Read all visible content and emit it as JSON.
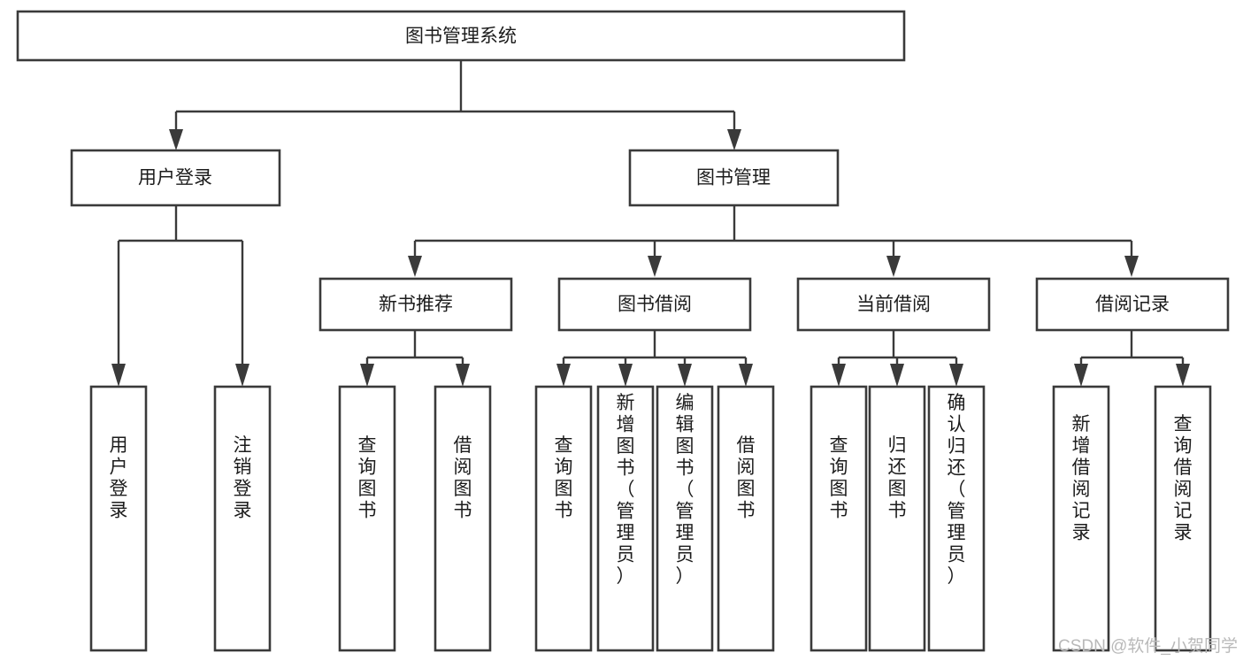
{
  "diagram": {
    "type": "hierarchy-tree",
    "title": "图书管理系统",
    "levels": {
      "root": {
        "label": "图书管理系统",
        "orientation": "horizontal"
      },
      "level2": [
        {
          "id": "user-login",
          "label": "用户登录",
          "orientation": "horizontal"
        },
        {
          "id": "book-manage",
          "label": "图书管理",
          "orientation": "horizontal"
        }
      ],
      "level3": [
        {
          "id": "new-book-recommend",
          "label": "新书推荐",
          "parent": "book-manage",
          "orientation": "horizontal"
        },
        {
          "id": "book-borrow",
          "label": "图书借阅",
          "parent": "book-manage",
          "orientation": "horizontal"
        },
        {
          "id": "current-borrow",
          "label": "当前借阅",
          "parent": "book-manage",
          "orientation": "horizontal"
        },
        {
          "id": "borrow-record",
          "label": "借阅记录",
          "parent": "book-manage",
          "orientation": "horizontal"
        }
      ],
      "leaves": [
        {
          "id": "leaf-user-login",
          "label": "用户登录",
          "parent": "user-login",
          "orientation": "vertical"
        },
        {
          "id": "leaf-user-logout",
          "label": "注销登录",
          "parent": "user-login",
          "orientation": "vertical"
        },
        {
          "id": "leaf-query-book-1",
          "label": "查询图书",
          "parent": "new-book-recommend",
          "orientation": "vertical"
        },
        {
          "id": "leaf-borrow-book-1",
          "label": "借阅图书",
          "parent": "new-book-recommend",
          "orientation": "vertical"
        },
        {
          "id": "leaf-query-book-2",
          "label": "查询图书",
          "parent": "book-borrow",
          "orientation": "vertical"
        },
        {
          "id": "leaf-add-book",
          "label": "新增图书（管理员）",
          "parent": "book-borrow",
          "orientation": "vertical"
        },
        {
          "id": "leaf-edit-book",
          "label": "编辑图书（管理员）",
          "parent": "book-borrow",
          "orientation": "vertical"
        },
        {
          "id": "leaf-borrow-book-2",
          "label": "借阅图书",
          "parent": "book-borrow",
          "orientation": "vertical"
        },
        {
          "id": "leaf-query-book-3",
          "label": "查询图书",
          "parent": "current-borrow",
          "orientation": "vertical"
        },
        {
          "id": "leaf-return-book",
          "label": "归还图书",
          "parent": "current-borrow",
          "orientation": "vertical"
        },
        {
          "id": "leaf-confirm-return",
          "label": "确认归还（管理员）",
          "parent": "current-borrow",
          "orientation": "vertical"
        },
        {
          "id": "leaf-add-record",
          "label": "新增借阅记录",
          "parent": "borrow-record",
          "orientation": "vertical"
        },
        {
          "id": "leaf-query-record",
          "label": "查询借阅记录",
          "parent": "borrow-record",
          "orientation": "vertical"
        }
      ]
    },
    "colors": {
      "box_stroke": "#3a3a3a",
      "box_fill": "#ffffff",
      "text": "#1c1c1c",
      "background": "#ffffff",
      "watermark": "#b9b9b9"
    }
  },
  "watermark": {
    "text": "CSDN @软件_小贺同学"
  }
}
